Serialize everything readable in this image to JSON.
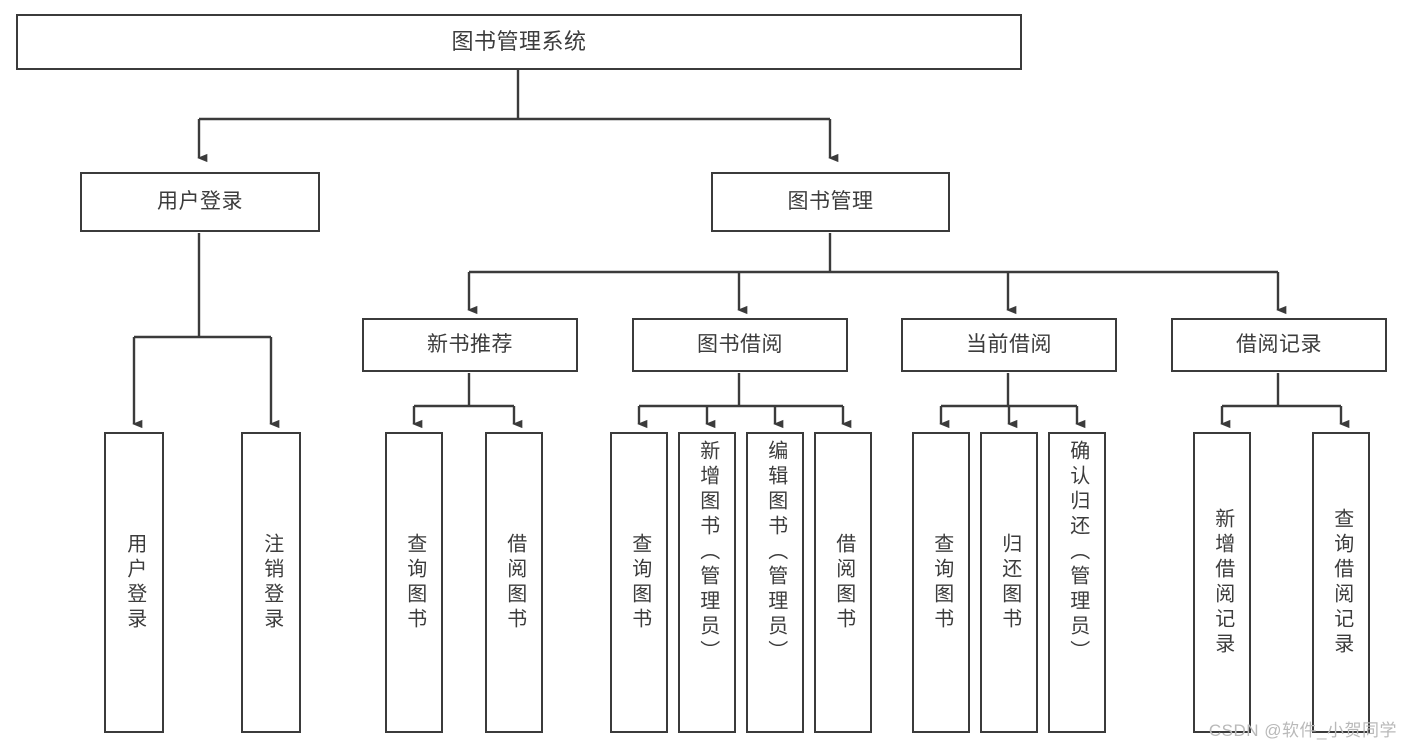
{
  "diagram": {
    "title": "图书管理系统",
    "type": "tree-hierarchy",
    "colors": {
      "background": "#ffffff",
      "box_border": "#3b3b3b",
      "box_fill": "#ffffff",
      "text": "#3c3c3c",
      "edge": "#3b3b3b",
      "watermark": "#b9b9b9"
    },
    "root": {
      "label": "图书管理系统"
    },
    "level2": [
      {
        "id": "user-login",
        "label": "用户登录"
      },
      {
        "id": "book-management",
        "label": "图书管理"
      }
    ],
    "level3": [
      {
        "id": "new-book-recommend",
        "label": "新书推荐"
      },
      {
        "id": "book-borrow",
        "label": "图书借阅"
      },
      {
        "id": "current-borrow",
        "label": "当前借阅"
      },
      {
        "id": "borrow-record",
        "label": "借阅记录"
      }
    ],
    "leaves": {
      "user-login": [
        {
          "id": "leaf-user-login",
          "label": "用户登录"
        },
        {
          "id": "leaf-user-logout",
          "label": "注销登录"
        }
      ],
      "new-book-recommend": [
        {
          "id": "leaf-query-book-1",
          "label": "查询图书"
        },
        {
          "id": "leaf-borrow-book-1",
          "label": "借阅图书"
        }
      ],
      "book-borrow": [
        {
          "id": "leaf-query-book-2",
          "label": "查询图书"
        },
        {
          "id": "leaf-add-book",
          "label": "新增图书（管理员）"
        },
        {
          "id": "leaf-edit-book",
          "label": "编辑图书（管理员）"
        },
        {
          "id": "leaf-borrow-book-2",
          "label": "借阅图书"
        }
      ],
      "current-borrow": [
        {
          "id": "leaf-query-book-3",
          "label": "查询图书"
        },
        {
          "id": "leaf-return-book",
          "label": "归还图书"
        },
        {
          "id": "leaf-confirm-return",
          "label": "确认归还（管理员）"
        }
      ],
      "borrow-record": [
        {
          "id": "leaf-add-record",
          "label": "新增借阅记录"
        },
        {
          "id": "leaf-query-record",
          "label": "查询借阅记录"
        }
      ]
    }
  },
  "watermark": {
    "text": "CSDN @软件_小贺同学"
  }
}
